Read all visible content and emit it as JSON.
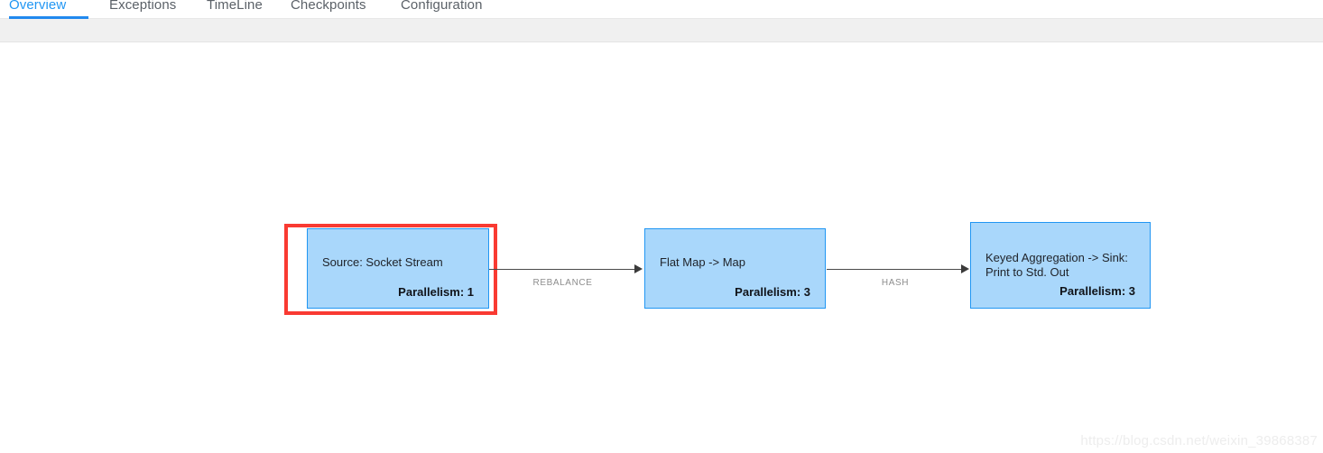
{
  "tabs": [
    {
      "label": "Overview",
      "active": true
    },
    {
      "label": "Exceptions",
      "active": false
    },
    {
      "label": "TimeLine",
      "active": false
    },
    {
      "label": "Checkpoints",
      "active": false
    },
    {
      "label": "Configuration",
      "active": false
    }
  ],
  "colors": {
    "active_tab": "#2196f3",
    "tab_underline": "#2189ee",
    "node_fill": "#a9d7fb",
    "node_border": "#2196f3",
    "selection_border": "#f93a32",
    "toolbar_band": "#f0f0f0",
    "edge_line": "#4a4a4a",
    "edge_label": "#8d8d8d"
  },
  "graph": {
    "nodes": [
      {
        "title": "Source: Socket Stream",
        "parallelism": "Parallelism: 1",
        "selected": true
      },
      {
        "title": "Flat Map -> Map",
        "parallelism": "Parallelism: 3",
        "selected": false
      },
      {
        "title": "Keyed Aggregation -> Sink: Print to Std. Out",
        "parallelism": "Parallelism: 3",
        "selected": false
      }
    ],
    "edges": [
      {
        "label": "REBALANCE"
      },
      {
        "label": "HASH"
      }
    ]
  },
  "watermark": "https://blog.csdn.net/weixin_39868387"
}
